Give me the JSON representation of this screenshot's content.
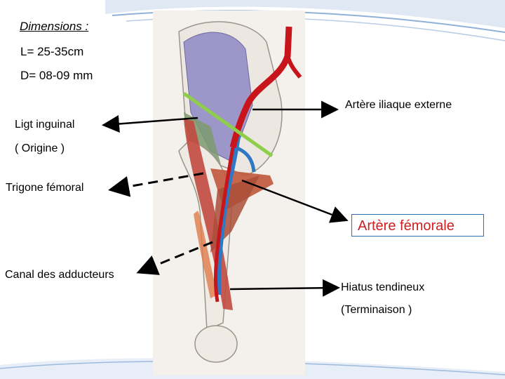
{
  "colors": {
    "accent_blue": "#2b6fb2",
    "highlight_red": "#cc1f1f",
    "artery": "#c8141b",
    "vein": "#2f78c3",
    "muscle": "#b86a4a",
    "inguinal_ligament": "#8fce4a"
  },
  "dimensions": {
    "heading": "Dimensions :",
    "length": "L= 25-35cm",
    "diameter": "D= 08-09 mm"
  },
  "labels": {
    "external_iliac": "Artère iliaque externe",
    "inguinal_ligament": "Ligt inguinal",
    "origin": "( Origine )",
    "femoral_triangle": "Trigone fémoral",
    "femoral_artery": "Artère fémorale",
    "adductor_canal": "Canal des adducteurs",
    "tendinous_hiatus": "Hiatus tendineux",
    "termination": "(Terminaison )"
  }
}
